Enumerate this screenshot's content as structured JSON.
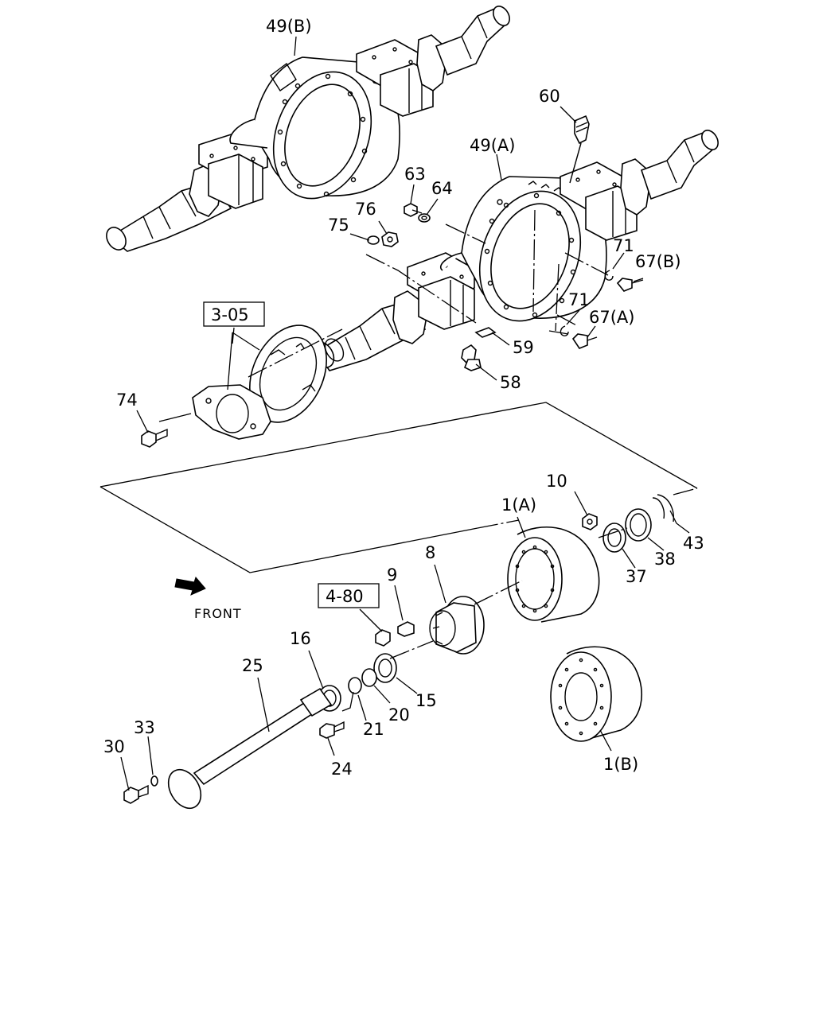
{
  "labels": {
    "axle_housing_b": "49(B)",
    "axle_housing_a": "49(A)",
    "breather": "60",
    "bolt_63": "63",
    "washer_64": "64",
    "nut_76": "76",
    "washer_75": "75",
    "ring_71_upper": "71",
    "bolt_67b": "67(B)",
    "ring_71_lower": "71",
    "bolt_67a": "67(A)",
    "plug_59": "59",
    "fitting_58": "58",
    "bolt_74": "74",
    "drum_a": "1(A)",
    "nut_10": "10",
    "snap_ring_43": "43",
    "seal_38": "38",
    "bearing_37": "37",
    "hub_8": "8",
    "stud_9": "9",
    "bearing_15": "15",
    "nut_20": "20",
    "washer_21": "21",
    "seal_16": "16",
    "shaft_25": "25",
    "bolt_24": "24",
    "washer_33": "33",
    "bolt_30": "30",
    "drum_b": "1(B)",
    "front": "FRONT"
  },
  "ref_boxes": {
    "brake_ref": "3-05",
    "hub_ref": "4-80"
  }
}
